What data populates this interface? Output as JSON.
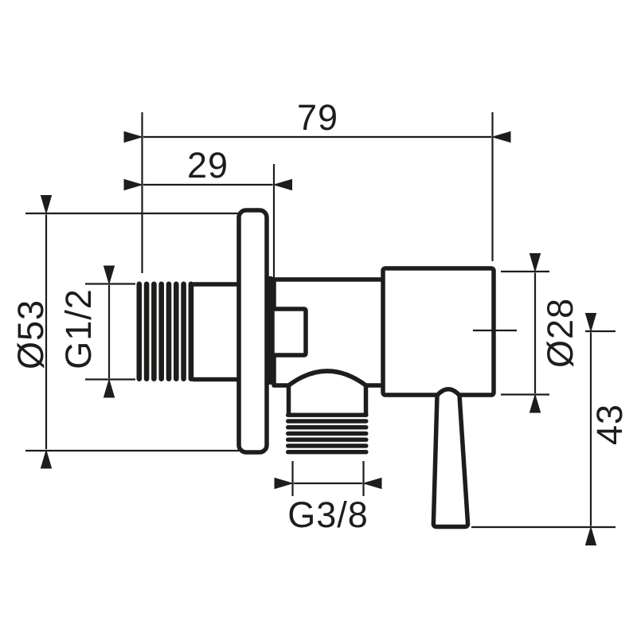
{
  "drawing": {
    "kind": "technical dimension drawing",
    "subject": "angle valve with wall plate and lever handle",
    "background_color": "#ffffff",
    "line_color": "#1d1d1b"
  },
  "dims": {
    "total_width": "79",
    "inlet_to_plate": "29",
    "plate_diameter": "Ø53",
    "inlet_thread": "G1/2",
    "head_diameter": "Ø28",
    "handle_drop": "43",
    "outlet_thread": "G3/8"
  }
}
